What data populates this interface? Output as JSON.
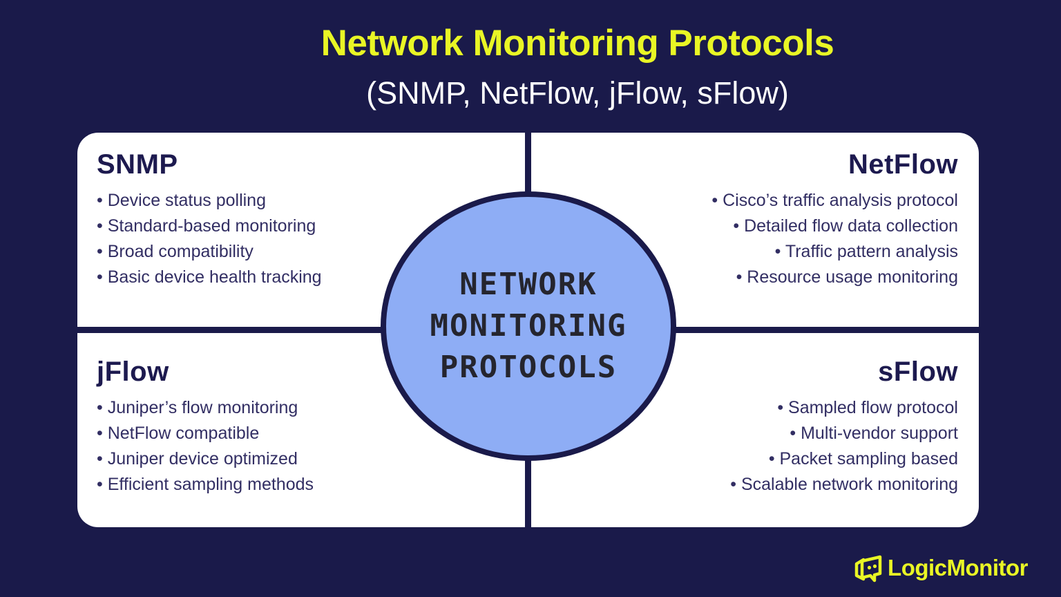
{
  "header": {
    "title": "Network Monitoring Protocols",
    "subtitle": "(SNMP, NetFlow, jFlow, sFlow)"
  },
  "bullet_char": "•",
  "center": {
    "lines": [
      "NETWORK",
      "MONITORING",
      "PROTOCOLS"
    ]
  },
  "quadrants": {
    "snmp": {
      "title": "SNMP",
      "items": [
        "Device status polling",
        "Standard-based monitoring",
        "Broad compatibility",
        "Basic device health tracking"
      ]
    },
    "netflow": {
      "title": "NetFlow",
      "items": [
        "Cisco’s traffic analysis protocol",
        "Detailed flow data collection",
        "Traffic pattern analysis",
        "Resource usage monitoring"
      ]
    },
    "jflow": {
      "title": "jFlow",
      "items": [
        "Juniper’s flow monitoring",
        "NetFlow compatible",
        "Juniper device optimized",
        "Efficient sampling methods"
      ]
    },
    "sflow": {
      "title": "sFlow",
      "items": [
        "Sampled flow protocol",
        "Multi-vendor support",
        "Packet sampling based",
        "Scalable network monitoring"
      ]
    }
  },
  "footer": {
    "brand": "LogicMonitor",
    "logo_icon": "logicmonitor-logo-icon"
  },
  "colors": {
    "background_navy": "#1a1a4a",
    "accent_yellow": "#e9f625",
    "card_white": "#ffffff",
    "circle_blue": "#8eadf5",
    "heading_navy": "#1d1a4f",
    "body_navy": "#322e63",
    "center_text": "#25252e"
  }
}
